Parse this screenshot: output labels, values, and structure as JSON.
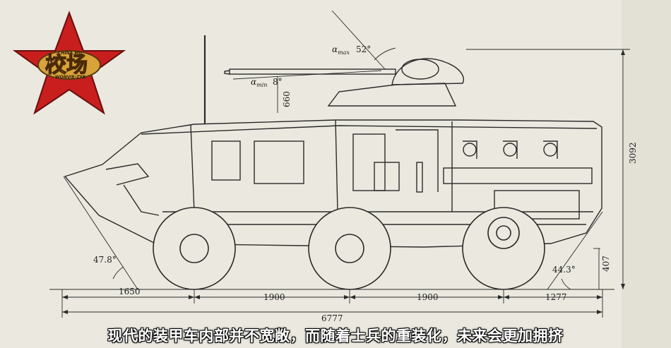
{
  "caption": "现代的装甲车内部并不宽敞，而随着士兵的重装化，未来会更加拥挤",
  "logo": {
    "main_text": "校场",
    "ring_top": "CHINA MIL",
    "ring_bottom": "WONVIE-ZYK"
  },
  "diagram": {
    "angles": {
      "elev_max": "52°",
      "elev_min": "8°",
      "approach": "47.8°",
      "departure": "44.3°"
    },
    "dimensions": {
      "seg1": "1650",
      "seg2": "1900",
      "seg3": "1900",
      "seg4": "1277",
      "total_length": "6777",
      "height": "3092",
      "ground_clearance": "407",
      "turret_height": "660"
    },
    "colors": {
      "paper": "#e9e7dc",
      "ink": "#2a2a2a"
    }
  }
}
